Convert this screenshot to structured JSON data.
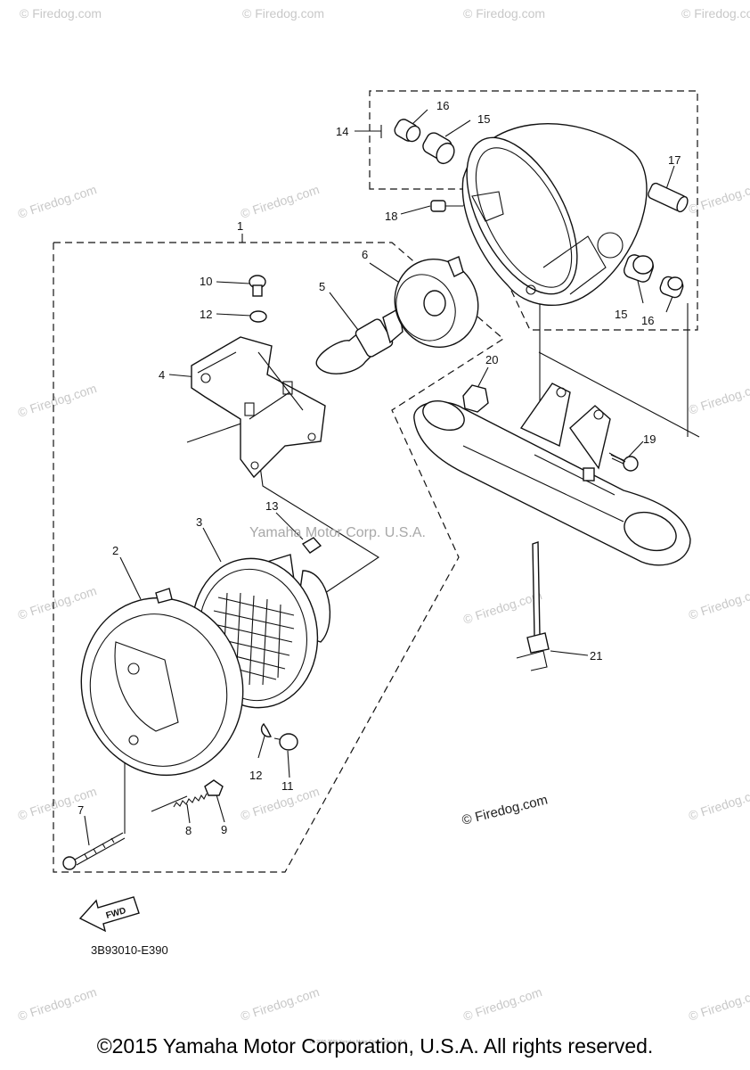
{
  "diagram": {
    "callouts": {
      "c1": "1",
      "c2": "2",
      "c3": "3",
      "c4": "4",
      "c5": "5",
      "c6": "6",
      "c7": "7",
      "c8": "8",
      "c9": "9",
      "c10": "10",
      "c11": "11",
      "c12a": "12",
      "c12b": "12",
      "c13": "13",
      "c14": "14",
      "c15a": "15",
      "c15b": "15",
      "c16a": "16",
      "c16b": "16",
      "c17": "17",
      "c18": "18",
      "c19": "19",
      "c20": "20",
      "c21": "21"
    },
    "fwd_label": "FWD",
    "reference_code": "3B93010-E390",
    "center_watermark": "Yamaha Motor Corp. U.S.A.",
    "site_watermark": "© Firedog.com",
    "tile_watermark": "© Firedog.com",
    "tiny_copyright": "(c) 2005-2015 Yamaha Motor Corporation, U.S.A."
  },
  "footer": {
    "copyright": "©2015 Yamaha Motor Corporation, U.S.A. All rights reserved."
  }
}
